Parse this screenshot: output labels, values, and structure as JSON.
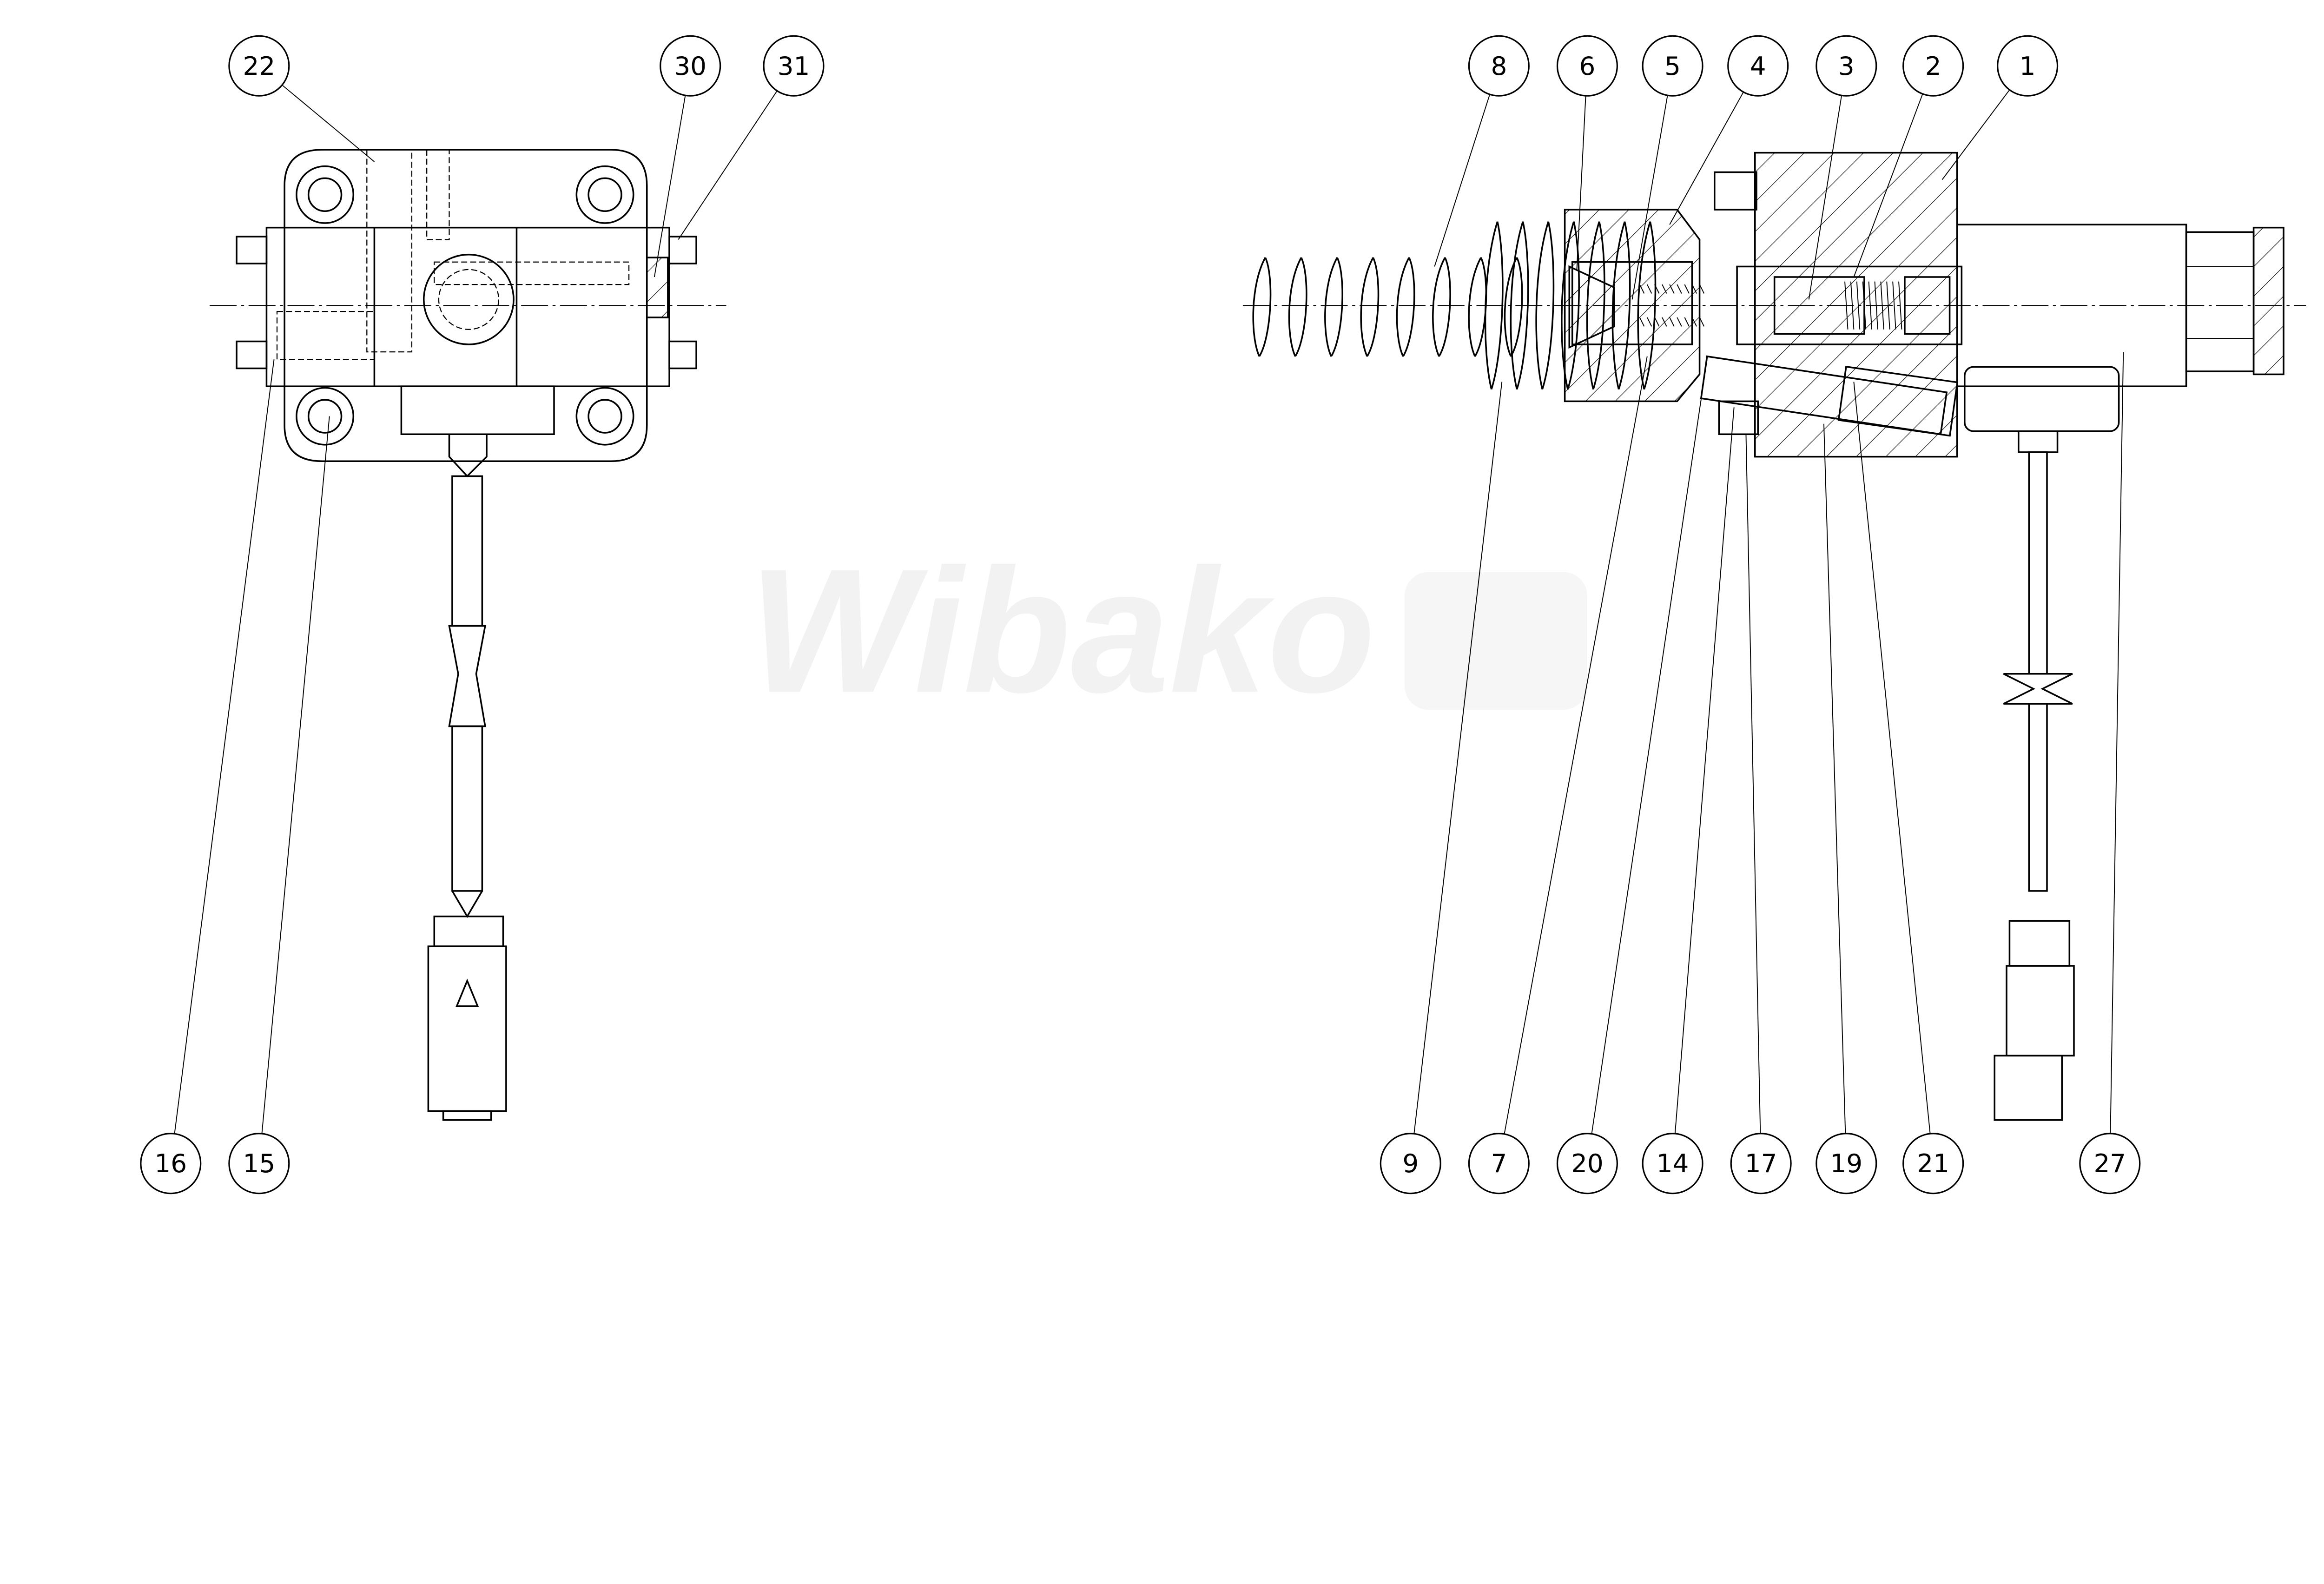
{
  "drawing": {
    "title": "Exploded parts diagram",
    "watermark": "Wibako",
    "callouts_left_top": [
      "22",
      "30",
      "31"
    ],
    "callouts_left_bottom": [
      "16",
      "15"
    ],
    "callouts_right_top": [
      "8",
      "6",
      "5",
      "4",
      "3",
      "2",
      "1"
    ],
    "callouts_right_bottom": [
      "9",
      "7",
      "20",
      "14",
      "17",
      "19",
      "21",
      "27"
    ]
  }
}
